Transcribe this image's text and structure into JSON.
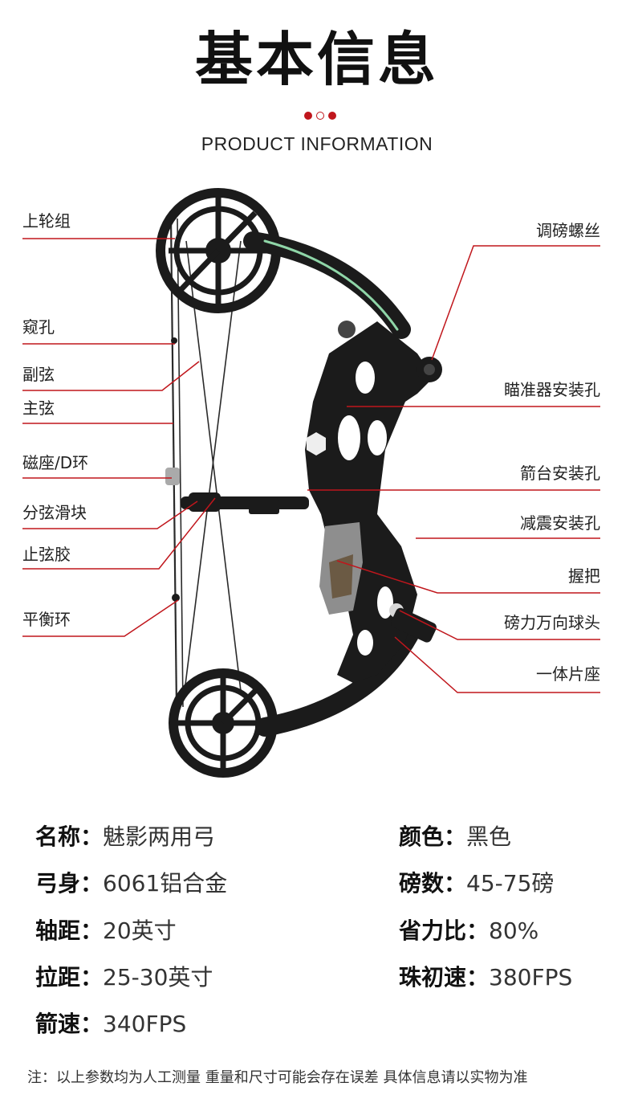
{
  "header": {
    "title": "基本信息",
    "subtitle": "PRODUCT INFORMATION"
  },
  "colors": {
    "accent": "#c0161c",
    "bow_body": "#1b1b1b",
    "text": "#1a1a1a"
  },
  "labels_left": [
    "上轮组",
    "窥孔",
    "副弦",
    "主弦",
    "磁座/D环",
    "分弦滑块",
    "止弦胶",
    "平衡环"
  ],
  "labels_right": [
    "调磅螺丝",
    "瞄准器安装孔",
    "箭台安装孔",
    "减震安装孔",
    "握把",
    "磅力万向球头",
    "一体片座"
  ],
  "specs": {
    "name": {
      "key": "名称：",
      "value": "魅影两用弓"
    },
    "color": {
      "key": "颜色：",
      "value": "黑色"
    },
    "body": {
      "key": "弓身：",
      "value": "6061铝合金"
    },
    "weight": {
      "key": "磅数：",
      "value": "45-75磅"
    },
    "axle": {
      "key": "轴距：",
      "value": "20英寸"
    },
    "letoff": {
      "key": "省力比：",
      "value": "80%"
    },
    "draw": {
      "key": "拉距：",
      "value": "25-30英寸"
    },
    "ball": {
      "key": "珠初速：",
      "value": "380FPS"
    },
    "arrow": {
      "key": "箭速：",
      "value": "340FPS"
    }
  },
  "note": "注：以上参数均为人工测量 重量和尺寸可能会存在误差 具体信息请以实物为准"
}
